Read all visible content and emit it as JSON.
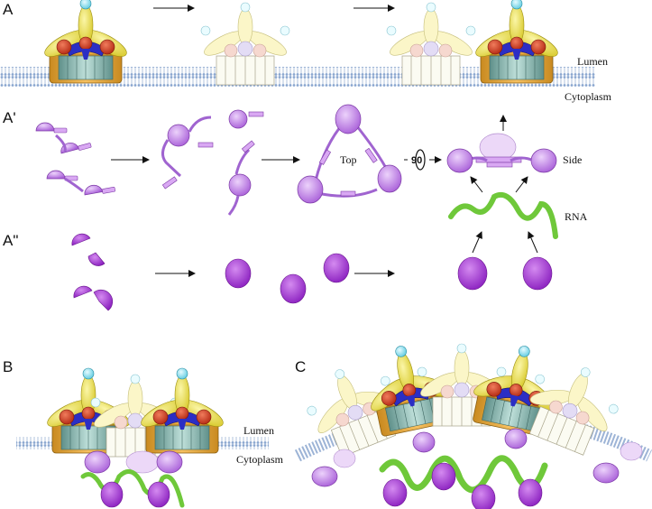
{
  "panels": {
    "a": "A",
    "a_prime": "A'",
    "a_double_prime": "A\"",
    "b": "B",
    "c": "C"
  },
  "labels": {
    "lumen": "Lumen",
    "cytoplasm": "Cytoplasm",
    "top": "Top",
    "side": "Side",
    "rna": "RNA",
    "rotation": "90"
  },
  "colors": {
    "membrane": "#9db4d6",
    "yellow_domain": "#ece24a",
    "red_domain": "#c8351b",
    "blue_domain": "#2c2ec4",
    "orange_domain": "#e6a63a",
    "teal_domain": "#86b3ad",
    "cyan_tip": "#7fd8e8",
    "purple_domain": "#c07fe6",
    "magenta_domain": "#a63ad6",
    "rna": "#6fc83a"
  }
}
